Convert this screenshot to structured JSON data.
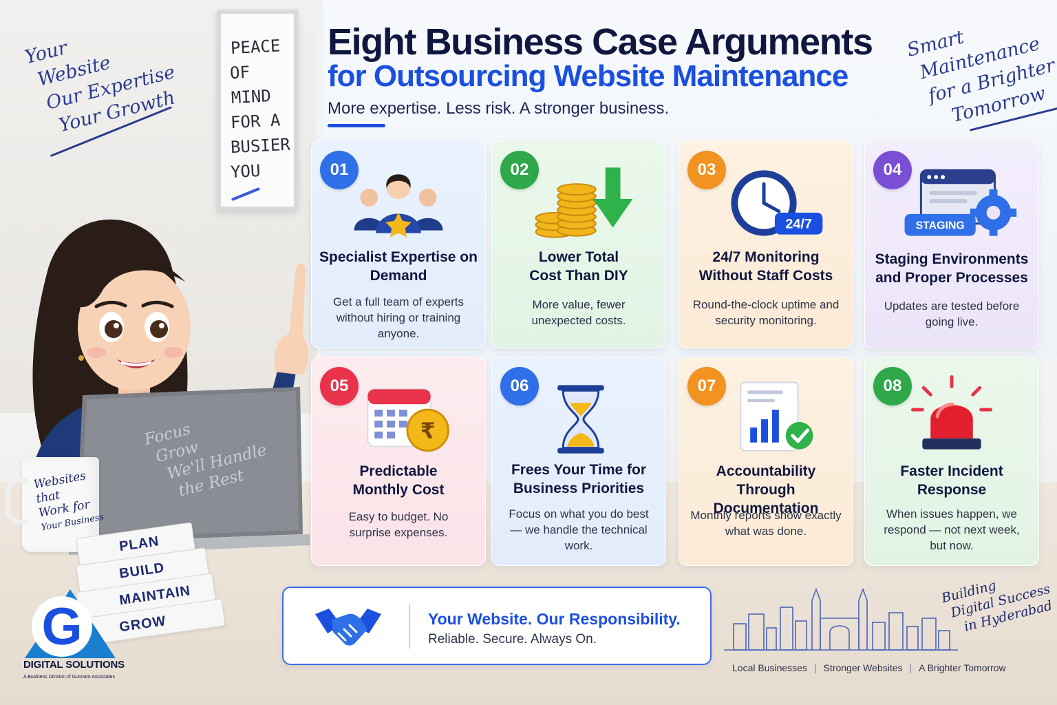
{
  "header": {
    "title_line1": "Eight Business Case Arguments",
    "title_line2": "for Outsourcing Website Maintenance",
    "subtitle": "More expertise. Less risk. A stronger business."
  },
  "left_note": [
    "Your",
    "Website",
    "Our Expertise",
    "Your Growth"
  ],
  "poster": [
    "PEACE",
    "OF MIND",
    "FOR A",
    "BUSIER",
    "YOU"
  ],
  "right_note": [
    "Smart",
    "Maintenance",
    "for a Brighter",
    "Tomorrow"
  ],
  "cards": [
    {
      "number": "01",
      "title": "Specialist Expertise on Demand",
      "description": "Get a full team of experts without hiring or training anyone.",
      "color": "#2f6fe8",
      "icon": "team-star-icon"
    },
    {
      "number": "02",
      "title": "Lower Total Cost Than DIY",
      "description": "More value, fewer unexpected costs.",
      "color": "#2fa84a",
      "icon": "coins-down-arrow-icon"
    },
    {
      "number": "03",
      "title": "24/7 Monitoring Without Staff Costs",
      "description": "Round-the-clock uptime and security monitoring.",
      "color": "#f29220",
      "icon": "clock-icon",
      "icon_label": "24/7"
    },
    {
      "number": "04",
      "title": "Staging Environments and Proper Processes",
      "description": "Updates are tested before going live.",
      "color": "#7a4fd6",
      "icon": "staging-window-gear-icon",
      "icon_label": "STAGING"
    },
    {
      "number": "05",
      "title": "Predictable Monthly Cost",
      "description": "Easy to budget. No surprise expenses.",
      "color": "#e8334a",
      "icon": "calendar-rupee-icon",
      "icon_label": "₹"
    },
    {
      "number": "06",
      "title": "Frees Your Time for Business Priorities",
      "description": "Focus on what you do best — we handle the technical work.",
      "color": "#2f6fe8",
      "icon": "hourglass-icon"
    },
    {
      "number": "07",
      "title": "Accountability Through Documentation",
      "description": "Monthly reports show exactly what was done.",
      "color": "#f29220",
      "icon": "report-check-icon"
    },
    {
      "number": "08",
      "title": "Faster Incident Response",
      "description": "When issues happen, we respond — not next week, but now.",
      "color": "#2fa84a",
      "icon": "alarm-siren-icon"
    }
  ],
  "laptop_note": [
    "Focus",
    "Grow",
    "We'll Handle",
    "the Rest"
  ],
  "mug_note": [
    "Websites",
    "that",
    "Work for",
    "Your Business"
  ],
  "books": [
    "PLAN",
    "BUILD",
    "MAINTAIN",
    "GROW"
  ],
  "logo": {
    "name": "DIGITAL SOLUTIONS",
    "tagline": "A Business Division of Gunnam Associates",
    "letter": "G"
  },
  "banner": {
    "headline": "Your Website. Our Responsibility.",
    "tagline": "Reliable. Secure. Always On.",
    "icon": "handshake-icon"
  },
  "hyderabad_note": [
    "Building",
    "Digital Success",
    "in Hyderabad"
  ],
  "footer_links": [
    "Local Businesses",
    "Stronger Websites",
    "A Brighter Tomorrow"
  ]
}
